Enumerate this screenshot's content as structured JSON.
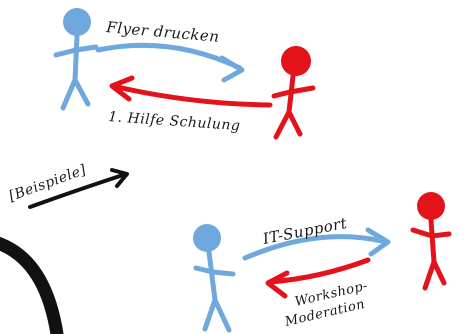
{
  "colors": {
    "blue": "#6fa8dc",
    "red": "#e3121b",
    "black": "#111111",
    "background": "#ffffff"
  },
  "exchanges": [
    {
      "top_label": "Flyer drucken",
      "bottom_label": "1. Hilfe Schulung"
    },
    {
      "top_label": "IT-Support",
      "bottom_label_line1": "Workshop-",
      "bottom_label_line2": "Moderation"
    }
  ],
  "example_label": "[Beispiele]"
}
